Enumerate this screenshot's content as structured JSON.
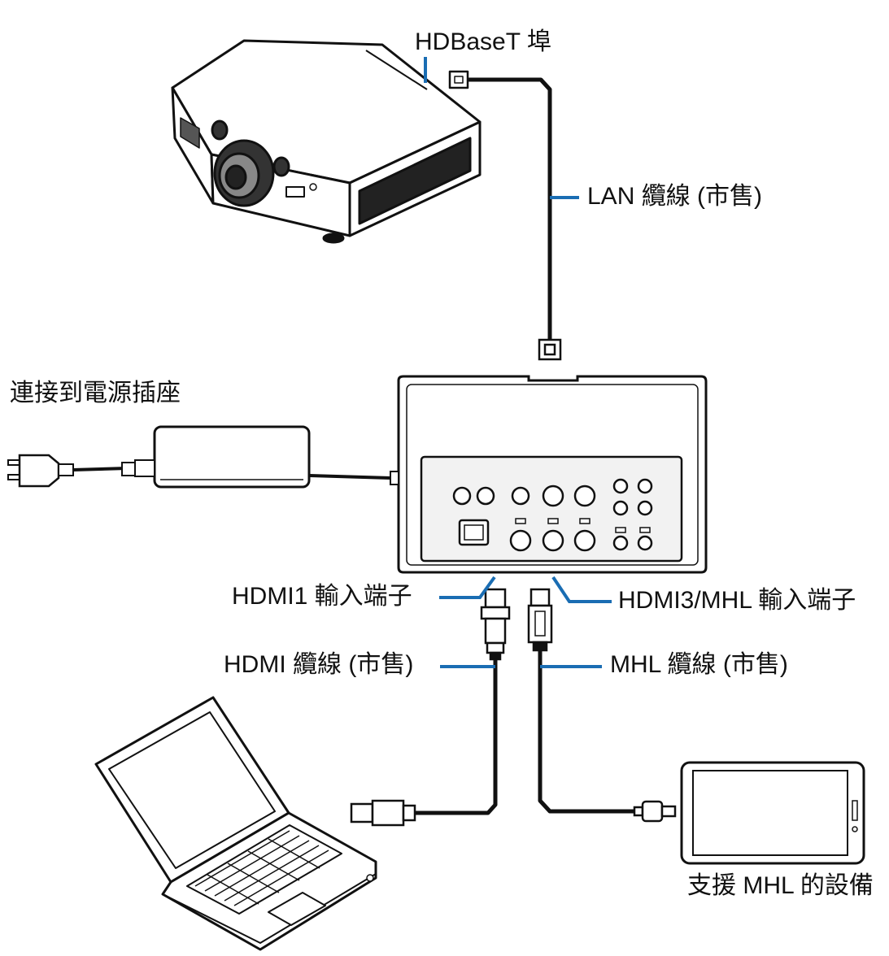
{
  "labels": {
    "hdbaset_port": "HDBaseT 埠",
    "lan_cable": "LAN 纜線 (市售)",
    "power_outlet": "連接到電源插座",
    "hdmi1_input": "HDMI1 輸入端子",
    "hdmi3_mhl_input": "HDMI3/MHL 輸入端子",
    "hdmi_cable": "HDMI 纜線 (市售)",
    "mhl_cable": "MHL 纜線 (市售)",
    "mhl_device": "支援 MHL 的設備"
  },
  "colors": {
    "leader_line": "#1a6db3",
    "outline": "#111111",
    "panel_fill": "#f2f2f2"
  },
  "icons": [
    "projector-icon",
    "switcher-box-icon",
    "ac-adapter-icon",
    "power-plug-icon",
    "laptop-icon",
    "tablet-icon",
    "rj45-connector-icon",
    "hdmi-connector-icon",
    "micro-usb-connector-icon"
  ]
}
